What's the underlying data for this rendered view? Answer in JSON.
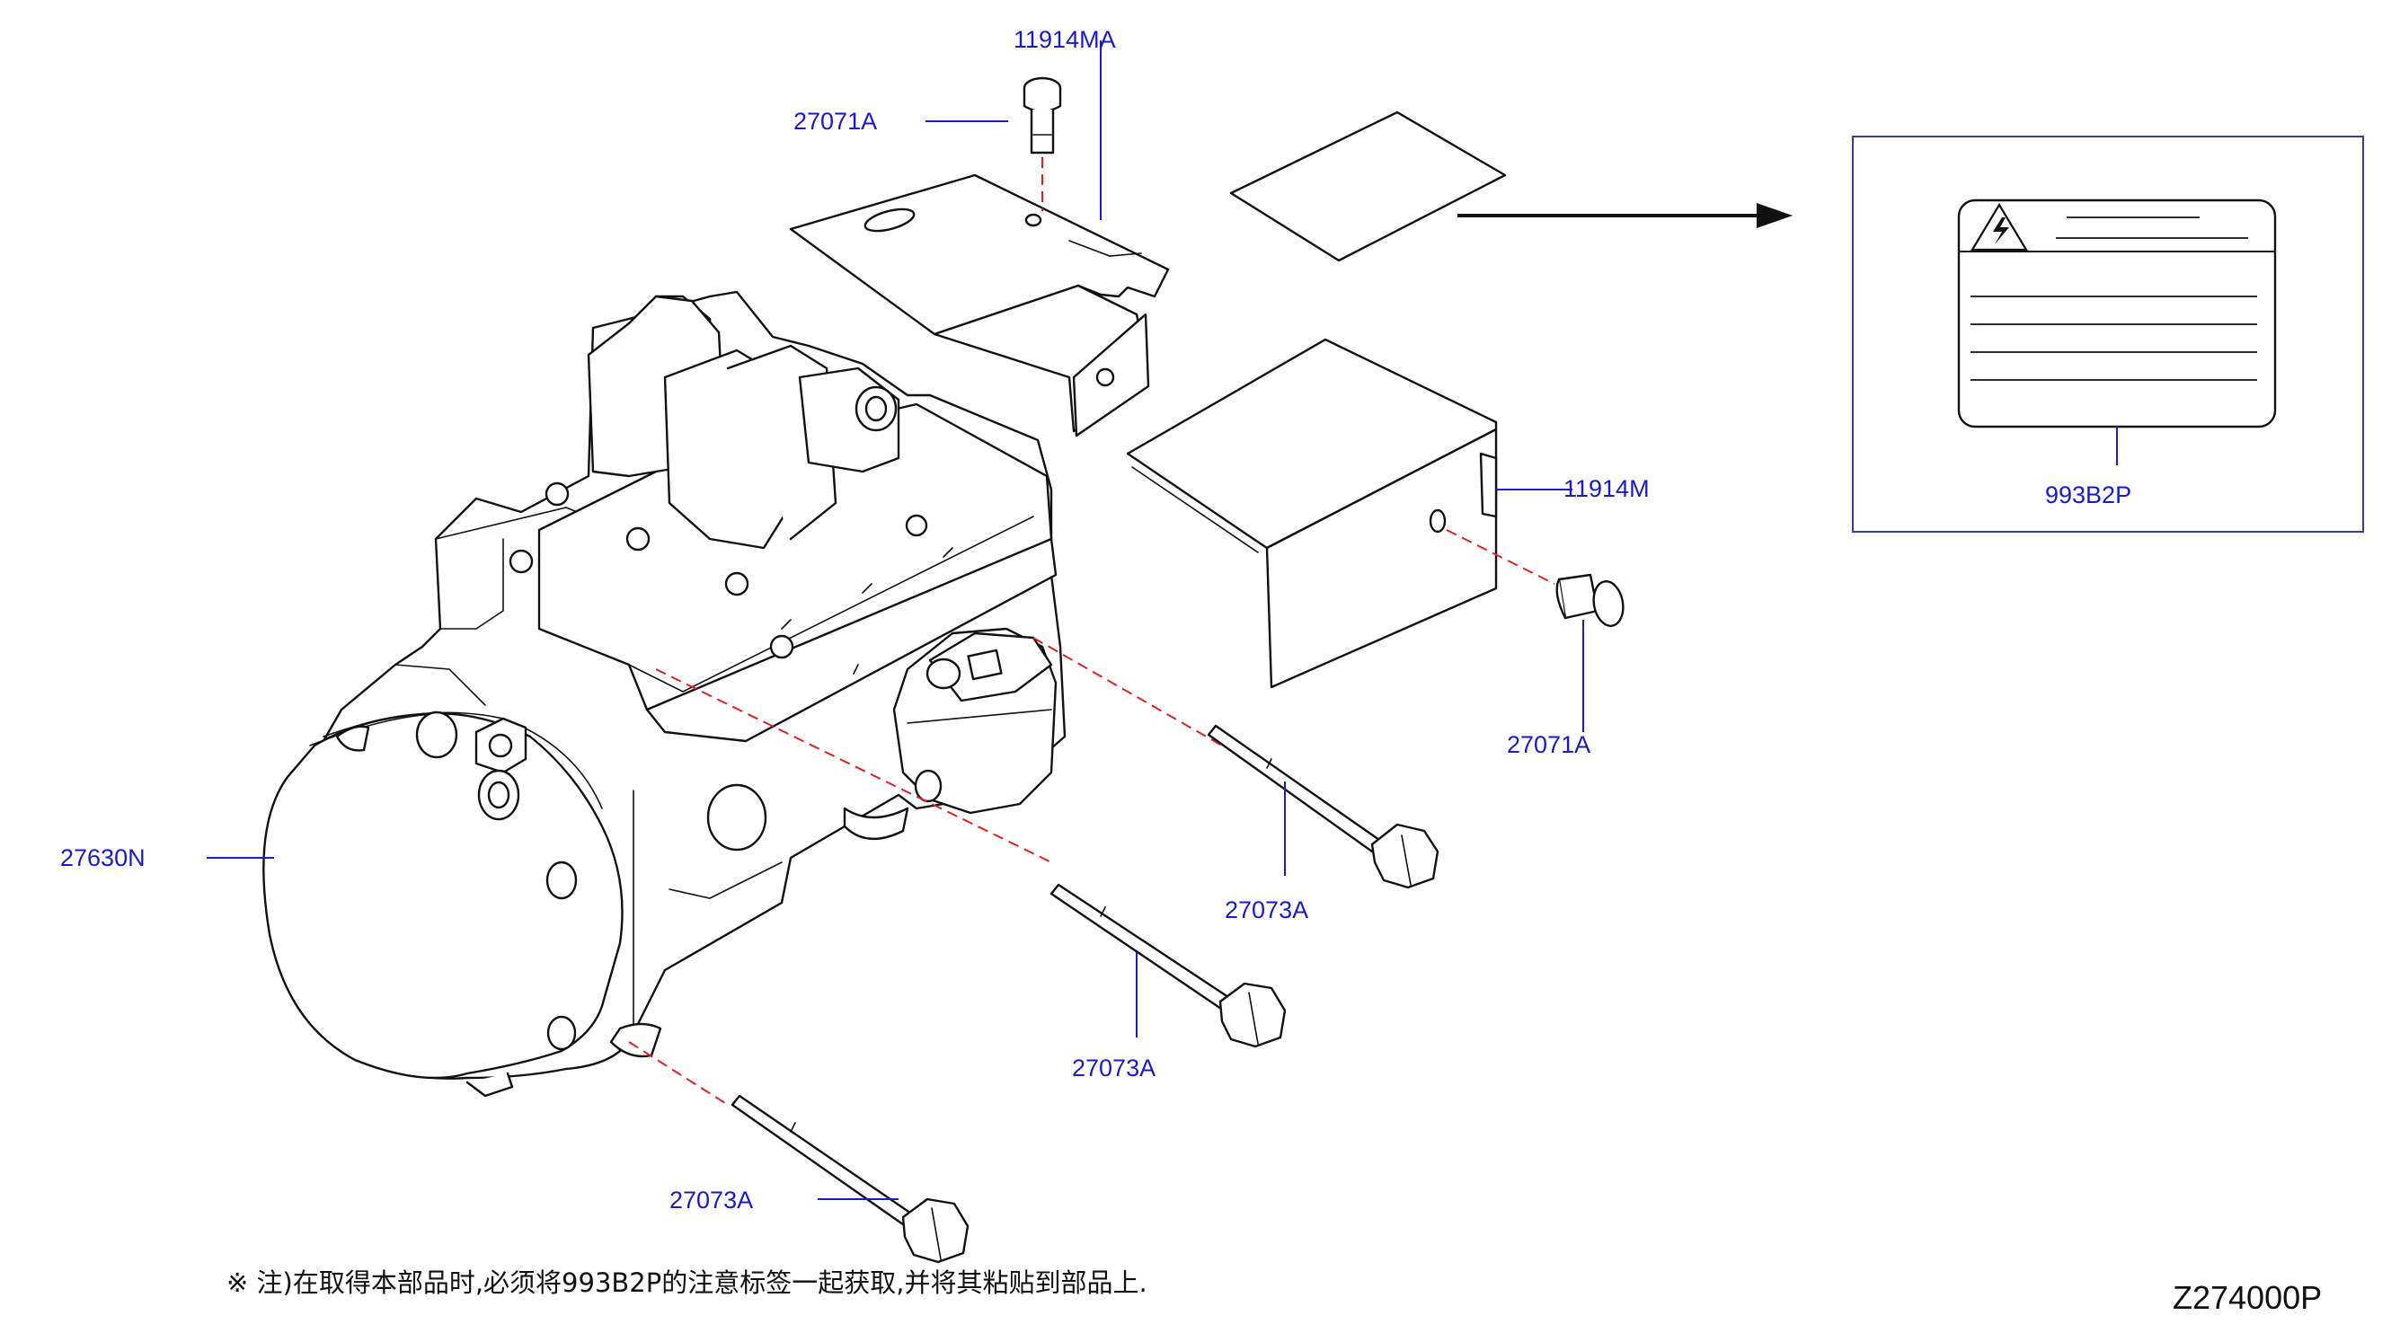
{
  "callouts": {
    "p11914MA": "11914MA",
    "p27071A_top": "27071A",
    "p11914M": "11914M",
    "p27071A_right": "27071A",
    "p993B2P": "993B2P",
    "p27630N": "27630N",
    "p27073A_1": "27073A",
    "p27073A_2": "27073A",
    "p27073A_3": "27073A"
  },
  "note": "※ 注)在取得本部品时,必须将993B2P的注意标签一起获取,并将其粘贴到部品上.",
  "diagram_code": "Z274000P",
  "colors": {
    "callout": "#1a1acc",
    "hidden_line": "#e02020",
    "linework": "#111111"
  },
  "icons": {
    "warning_label": "high-voltage-warning-icon"
  }
}
